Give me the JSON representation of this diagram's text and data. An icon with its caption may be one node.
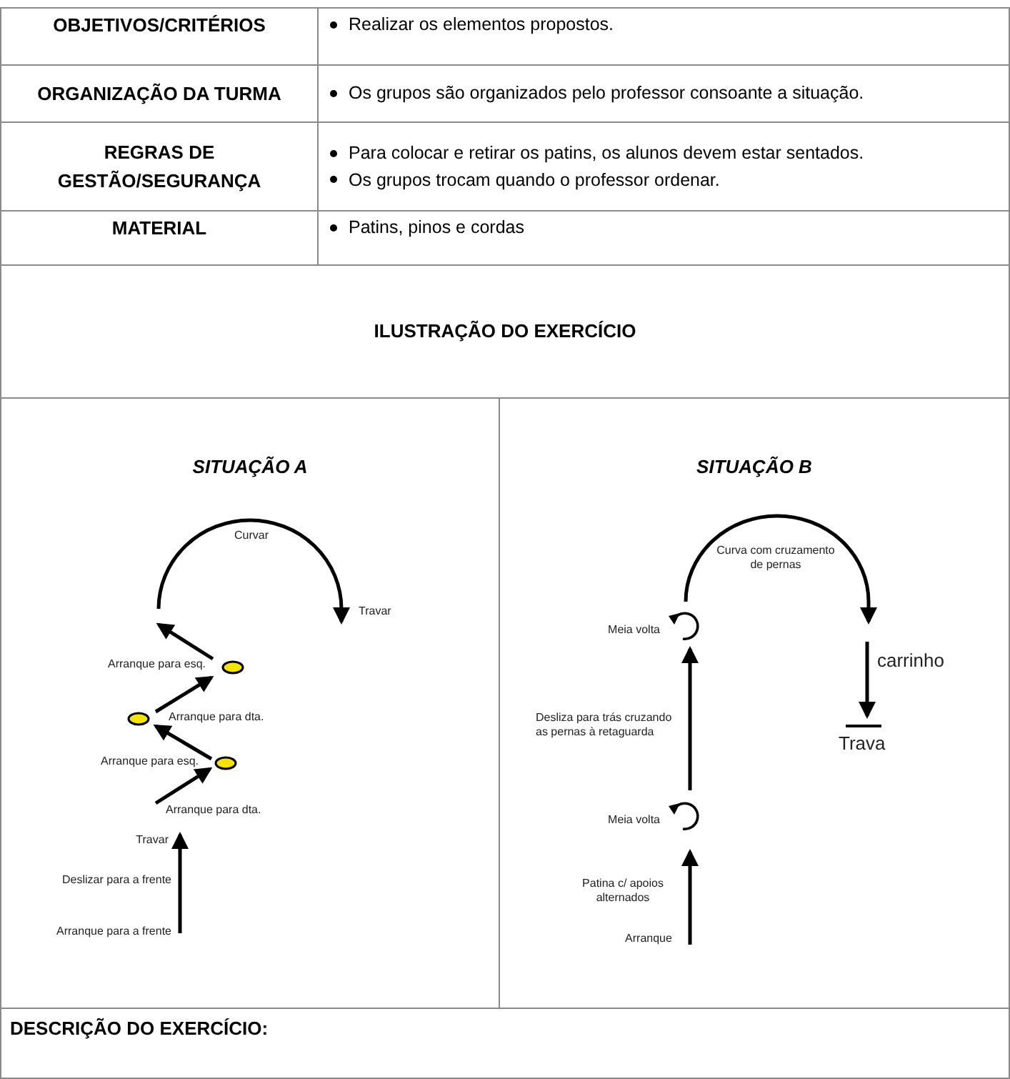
{
  "diagram": {
    "labels": [
      "OBJETIVOS/CRITÉRIOS",
      "Realizar os elementos propostos.",
      "ORGANIZAÇÃO DA TURMA",
      "Os grupos são organizados pelo professor consoante a situação.",
      "REGRAS DE GESTÃO/SEGURANÇA",
      "Para colocar e retirar os patins, os alunos devem estar sentados.",
      "Os grupos trocam quando o professor ordenar.",
      "MATERIAL",
      "Patins, pinos e cordas",
      "ILUSTRAÇÃO DO EXERCÍCIO",
      "SITUAÇÃO A",
      "SITUAÇÃO B",
      "Curvar",
      "Travar",
      "Arranque para esq.",
      "Arranque para dta.",
      "Arranque para esq.",
      "Arranque para dta.",
      "Travar",
      "Deslizar para a frente",
      "Arranque para a frente",
      "Curva com cruzamento de pernas",
      "Meia volta",
      "carrinho",
      "Desliza para trás cruzando as pernas à retaguarda",
      "Trava",
      "Meia volta",
      "Patina c/ apoios alternados",
      "Arranque",
      "DESCRIÇÃO DO EXERCÍCIO:"
    ]
  }
}
